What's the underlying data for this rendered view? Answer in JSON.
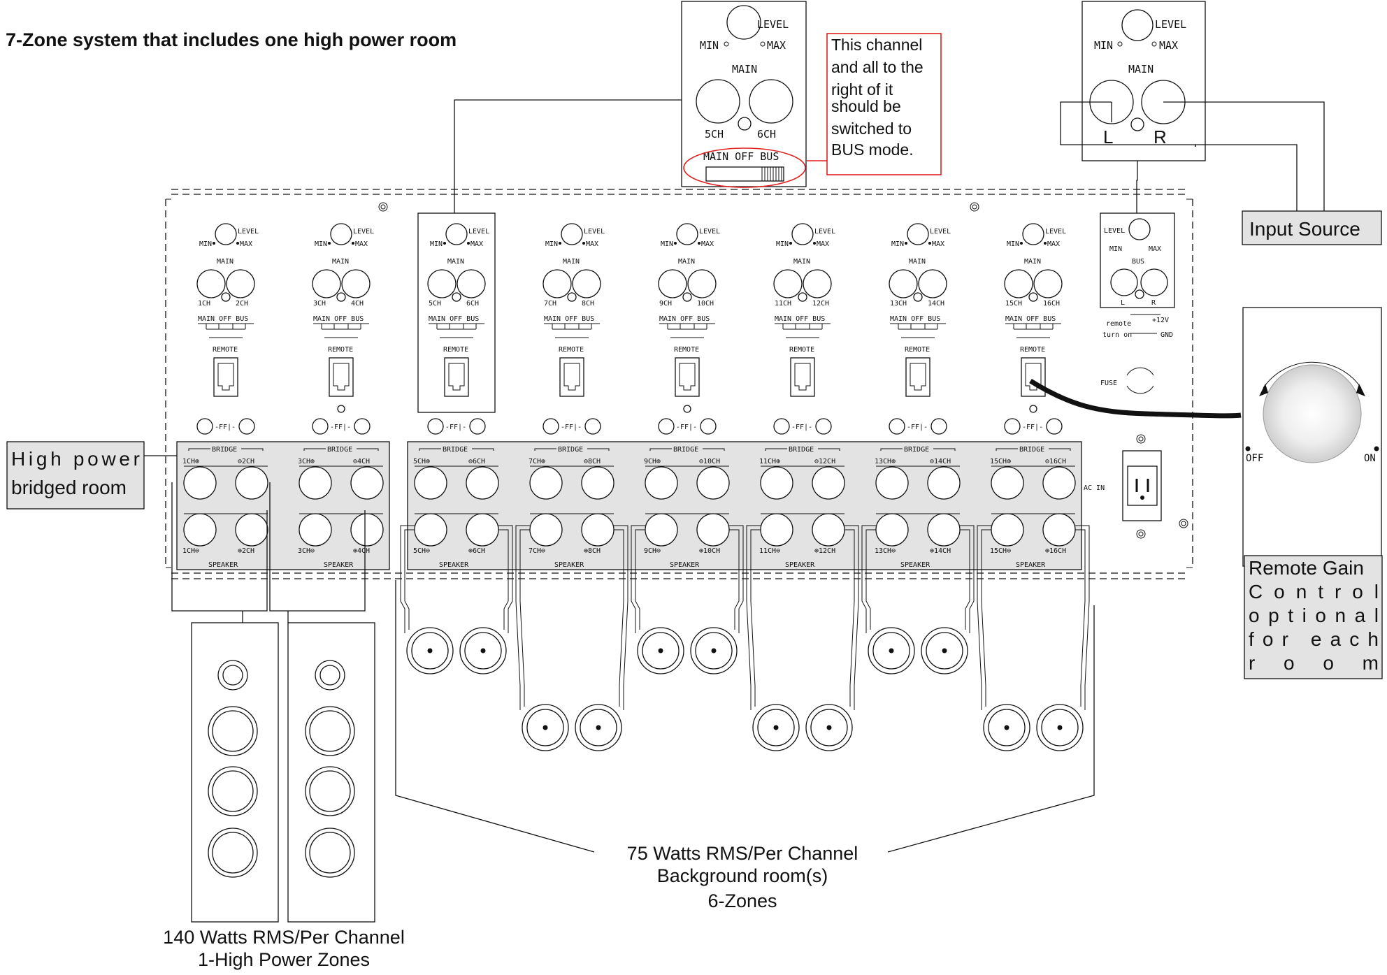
{
  "title": "7-Zone system that includes one high power room",
  "annotation": {
    "lines": [
      "This channel",
      "and all to the",
      "right of it",
      "should be",
      "switched to",
      "BUS mode."
    ]
  },
  "zoom_channel": {
    "level": "LEVEL",
    "min": "MIN",
    "max": "MAX",
    "main": "MAIN",
    "left": "5CH",
    "right": "6CH",
    "switch": "MAIN OFF BUS"
  },
  "zoom_bus": {
    "level": "LEVEL",
    "min": "MIN",
    "max": "MAX",
    "main": "MAIN",
    "left": "L",
    "right": "R"
  },
  "input_source": "Input Source",
  "left_label": [
    "High power",
    "bridged room"
  ],
  "remote_label": [
    "Remote Gain",
    "Control",
    "optional",
    "for each",
    "room"
  ],
  "remote_knob": {
    "off": "OFF",
    "on": "ON"
  },
  "amp": {
    "level": "LEVEL",
    "min": "MIN",
    "max": "MAX",
    "main": "MAIN",
    "switch": "MAIN OFF BUS",
    "remote": "REMOTE",
    "ff": "-FF|-",
    "bridge": "BRIDGE",
    "speaker": "SPEAKER",
    "bus_level": "LEVEL",
    "bus_label": "BUS",
    "bus_l": "L",
    "bus_r": "R",
    "remote_turn_on": "remote",
    "turn_on": "turn on",
    "v12": "+12V",
    "gnd": "GND",
    "fuse": "FUSE",
    "ac_in": "AC IN",
    "modules": [
      {
        "a": "1CH",
        "b": "2CH",
        "bp1": "1CH⊕",
        "bp2": "⊖2CH",
        "bp3": "1CH⊖",
        "bp4": "⊕2CH"
      },
      {
        "a": "3CH",
        "b": "4CH",
        "bp1": "3CH⊕",
        "bp2": "⊖4CH",
        "bp3": "3CH⊖",
        "bp4": "⊕4CH"
      },
      {
        "a": "5CH",
        "b": "6CH",
        "bp1": "5CH⊕",
        "bp2": "⊖6CH",
        "bp3": "5CH⊖",
        "bp4": "⊕6CH"
      },
      {
        "a": "7CH",
        "b": "8CH",
        "bp1": "7CH⊕",
        "bp2": "⊖8CH",
        "bp3": "7CH⊖",
        "bp4": "⊕8CH"
      },
      {
        "a": "9CH",
        "b": "10CH",
        "bp1": "9CH⊕",
        "bp2": "⊖10CH",
        "bp3": "9CH⊖",
        "bp4": "⊕10CH"
      },
      {
        "a": "11CH",
        "b": "12CH",
        "bp1": "11CH⊕",
        "bp2": "⊖12CH",
        "bp3": "11CH⊖",
        "bp4": "⊕12CH"
      },
      {
        "a": "13CH",
        "b": "14CH",
        "bp1": "13CH⊕",
        "bp2": "⊖14CH",
        "bp3": "13CH⊖",
        "bp4": "⊕14CH"
      },
      {
        "a": "15CH",
        "b": "16CH",
        "bp1": "15CH⊕",
        "bp2": "⊖16CH",
        "bp3": "15CH⊖",
        "bp4": "⊕16CH"
      }
    ]
  },
  "caption_background": [
    "75 Watts RMS/Per Channel",
    "Background room(s)",
    "6-Zones"
  ],
  "caption_high": [
    "140 Watts RMS/Per Channel",
    "1-High Power Zones"
  ]
}
